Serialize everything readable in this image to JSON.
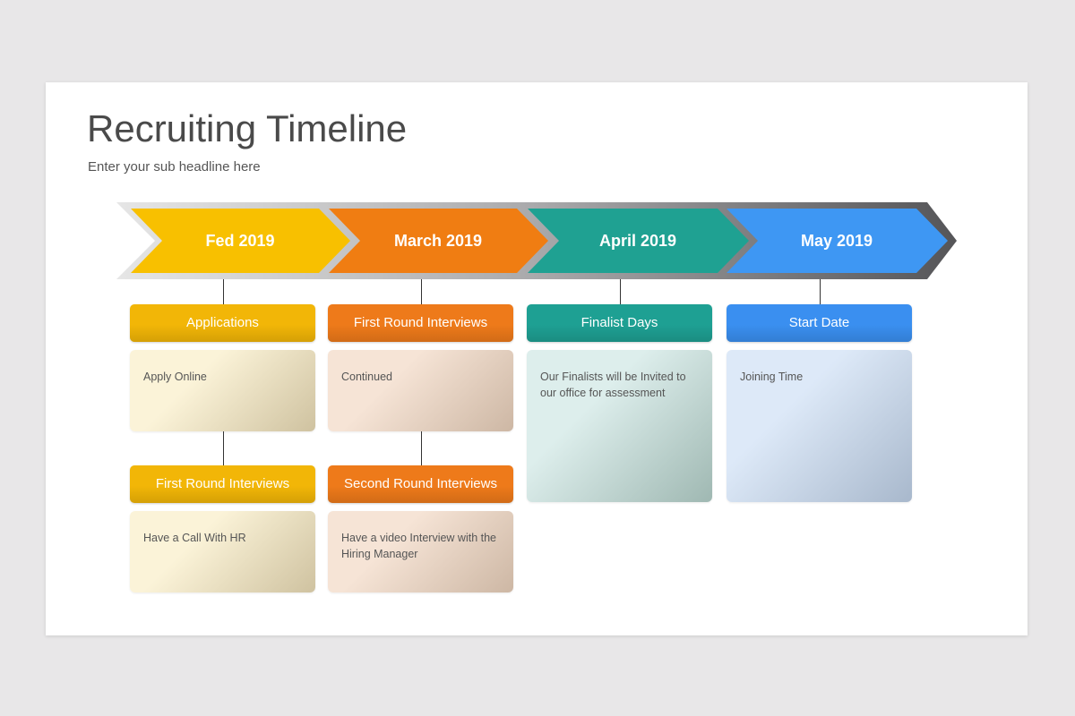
{
  "slide": {
    "title": "Recruiting Timeline",
    "subtitle": "Enter your sub headline here"
  },
  "colors": {
    "yellow": "#f8c000",
    "orange": "#f07d12",
    "teal": "#1fa192",
    "blue": "#3e97f3",
    "band_light": "#dcdcdc",
    "band_dark": "#555558"
  },
  "timeline": {
    "milestones": [
      {
        "label": "Fed 2019",
        "color": "#f8c000"
      },
      {
        "label": "March 2019",
        "color": "#f07d12"
      },
      {
        "label": "April 2019",
        "color": "#1fa192"
      },
      {
        "label": "May 2019",
        "color": "#3e97f3"
      }
    ]
  },
  "columns": [
    {
      "header_color": "#f2b607",
      "stages": [
        {
          "title": "Applications",
          "text": "Apply Online"
        },
        {
          "title": "First Round Interviews",
          "text": "Have a Call With HR"
        }
      ]
    },
    {
      "header_color": "#ee7a1a",
      "stages": [
        {
          "title": "First Round Interviews",
          "text": "Continued"
        },
        {
          "title": "Second Round Interviews",
          "text": "Have a video Interview with the Hiring Manager"
        }
      ]
    },
    {
      "header_color": "#1ea093",
      "stages": [
        {
          "title": "Finalist Days",
          "text": "Our Finalists will be Invited to our office for assessment"
        }
      ]
    },
    {
      "header_color": "#3a8ff0",
      "stages": [
        {
          "title": "Start Date",
          "text": "Joining Time"
        }
      ]
    }
  ]
}
